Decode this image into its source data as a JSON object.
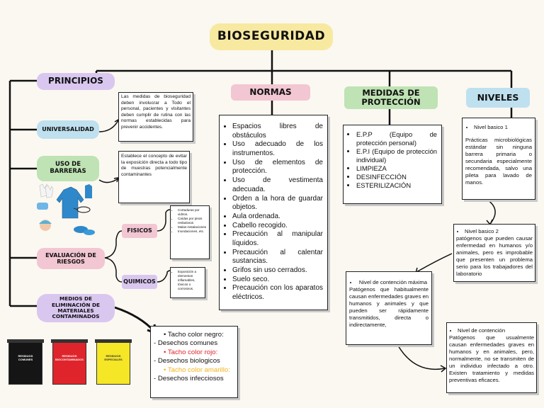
{
  "title": "BIOSEGURIDAD",
  "principios": {
    "label": "PRINCIPIOS",
    "universalidad": {
      "label": "UNIVERSALIDAD",
      "text": "Las medidas de bioseguridad deben involucrar a Todo el personal, pacientes y visitantes deben cumplir de rutina con las normas establecidas para prevenir accidentes."
    },
    "barreras": {
      "label": "USO DE BARRERAS",
      "text": "Establece el concepto de evitar la exposición directa a todo tipo de muestras potencialmente contaminantes"
    },
    "evaluacion": {
      "label": "EVALUACIÓN DE RIESGOS",
      "fisicos": {
        "label": "FISICOS",
        "items": [
          "Cortaduras por vidrios.",
          "Caídas por pisos resbalosos",
          "Malas instalaciones",
          "Inundaciones, etc."
        ]
      },
      "quimicos": {
        "label": "QUIMICOS",
        "items": [
          "Exposición a elementos inflamables, tóxicos o corrosivos."
        ]
      }
    },
    "medios": {
      "label": "MEDIOS DE ELIMINACIÓN DE MATERIALES CONTAMINADOS",
      "lines": [
        {
          "text": "Tacho color negro:",
          "bullet": true,
          "color": "#111111"
        },
        {
          "text": "- Desechos comunes",
          "bullet": false,
          "color": "#111111"
        },
        {
          "text": "Tacho color rojo:",
          "bullet": true,
          "color": "#e0242b"
        },
        {
          "text": "- Desechos biologicos",
          "bullet": false,
          "color": "#111111"
        },
        {
          "text": "Tacho color amarillo:",
          "bullet": true,
          "color": "#f2b31b"
        },
        {
          "text": "- Desechos infecciosos",
          "bullet": false,
          "color": "#111111"
        }
      ],
      "bins": [
        {
          "label": "RESIDUOS COMUNES",
          "color": "#151515",
          "text_color": "#ffffff"
        },
        {
          "label": "RESIDUOS BIOCONTAMINADOS",
          "color": "#e0242b",
          "text_color": "#ffffff"
        },
        {
          "label": "RESIDUOS ESPECIALES",
          "color": "#f5e626",
          "text_color": "#333333"
        }
      ]
    }
  },
  "normas": {
    "label": "NORMAS",
    "items": [
      "Espacios libres de obstáculos",
      "Uso adecuado de los instrumentos.",
      "Uso de elementos de protección.",
      "Uso de vestimenta adecuada.",
      "Orden a la hora de guardar objetos.",
      "Aula ordenada.",
      "Cabello recogido.",
      "Precaución al manipular líquidos.",
      "Precaución al calentar sustancias.",
      "Grifos sin uso cerrados.",
      "Suelo seco.",
      "Precaución con los aparatos eléctricos."
    ]
  },
  "medidas": {
    "label": "MEDIDAS DE PROTECCIÓN",
    "items": [
      "E.P.P (Equipo de protección personal)",
      "E.P.I (Equipo de protección individual)",
      "LIMPIEZA",
      "DESINFECCIÓN",
      "ESTERILIZACIÓN"
    ]
  },
  "niveles": {
    "label": "NIVELES",
    "nivel1": {
      "title": "Nivel basico 1",
      "text": "Prácticas microbiológicas estándar sin ninguna barrera primaria o secundaria especialmente recomendada, salvo una pileta para lavado de manos."
    },
    "nivel2": {
      "title": "Nivel basico 2",
      "text": "patógenos que pueden causar enfermedad en humanos y/o animales, pero es improbable que presenten un problema serio para los trabajadores del laboratorio"
    },
    "maxima": {
      "title": "Nivel de contención máxima",
      "text": "Patógenos que habitualmente causan enfermedades graves en humanos y animales y que pueden ser rápidamente transmitidos, directa o indirectamente,"
    },
    "contencion": {
      "title": "Nivel de contención",
      "text": "Patógenos que usualmente causan enfermedades graves en humanos y en animales, pero, normalmente, no se transmiten de un individuo infectado a otro. Existen tratamiento y medidas preventivas eficaces."
    }
  },
  "colors": {
    "title_bg": "#f8e9a1",
    "principios_bg": "#d9c7f0",
    "normas_bg": "#f2c6d3",
    "medidas_bg": "#bfe3b4",
    "niveles_bg": "#bfe0ef",
    "universalidad_bg": "#bfe0ef",
    "barreras_bg": "#bfe3b4",
    "evaluacion_bg": "#f2c6d3",
    "fisicos_bg": "#f2c6d3",
    "quimicos_bg": "#d9c7f0",
    "medios_bg": "#d9c7f0"
  }
}
